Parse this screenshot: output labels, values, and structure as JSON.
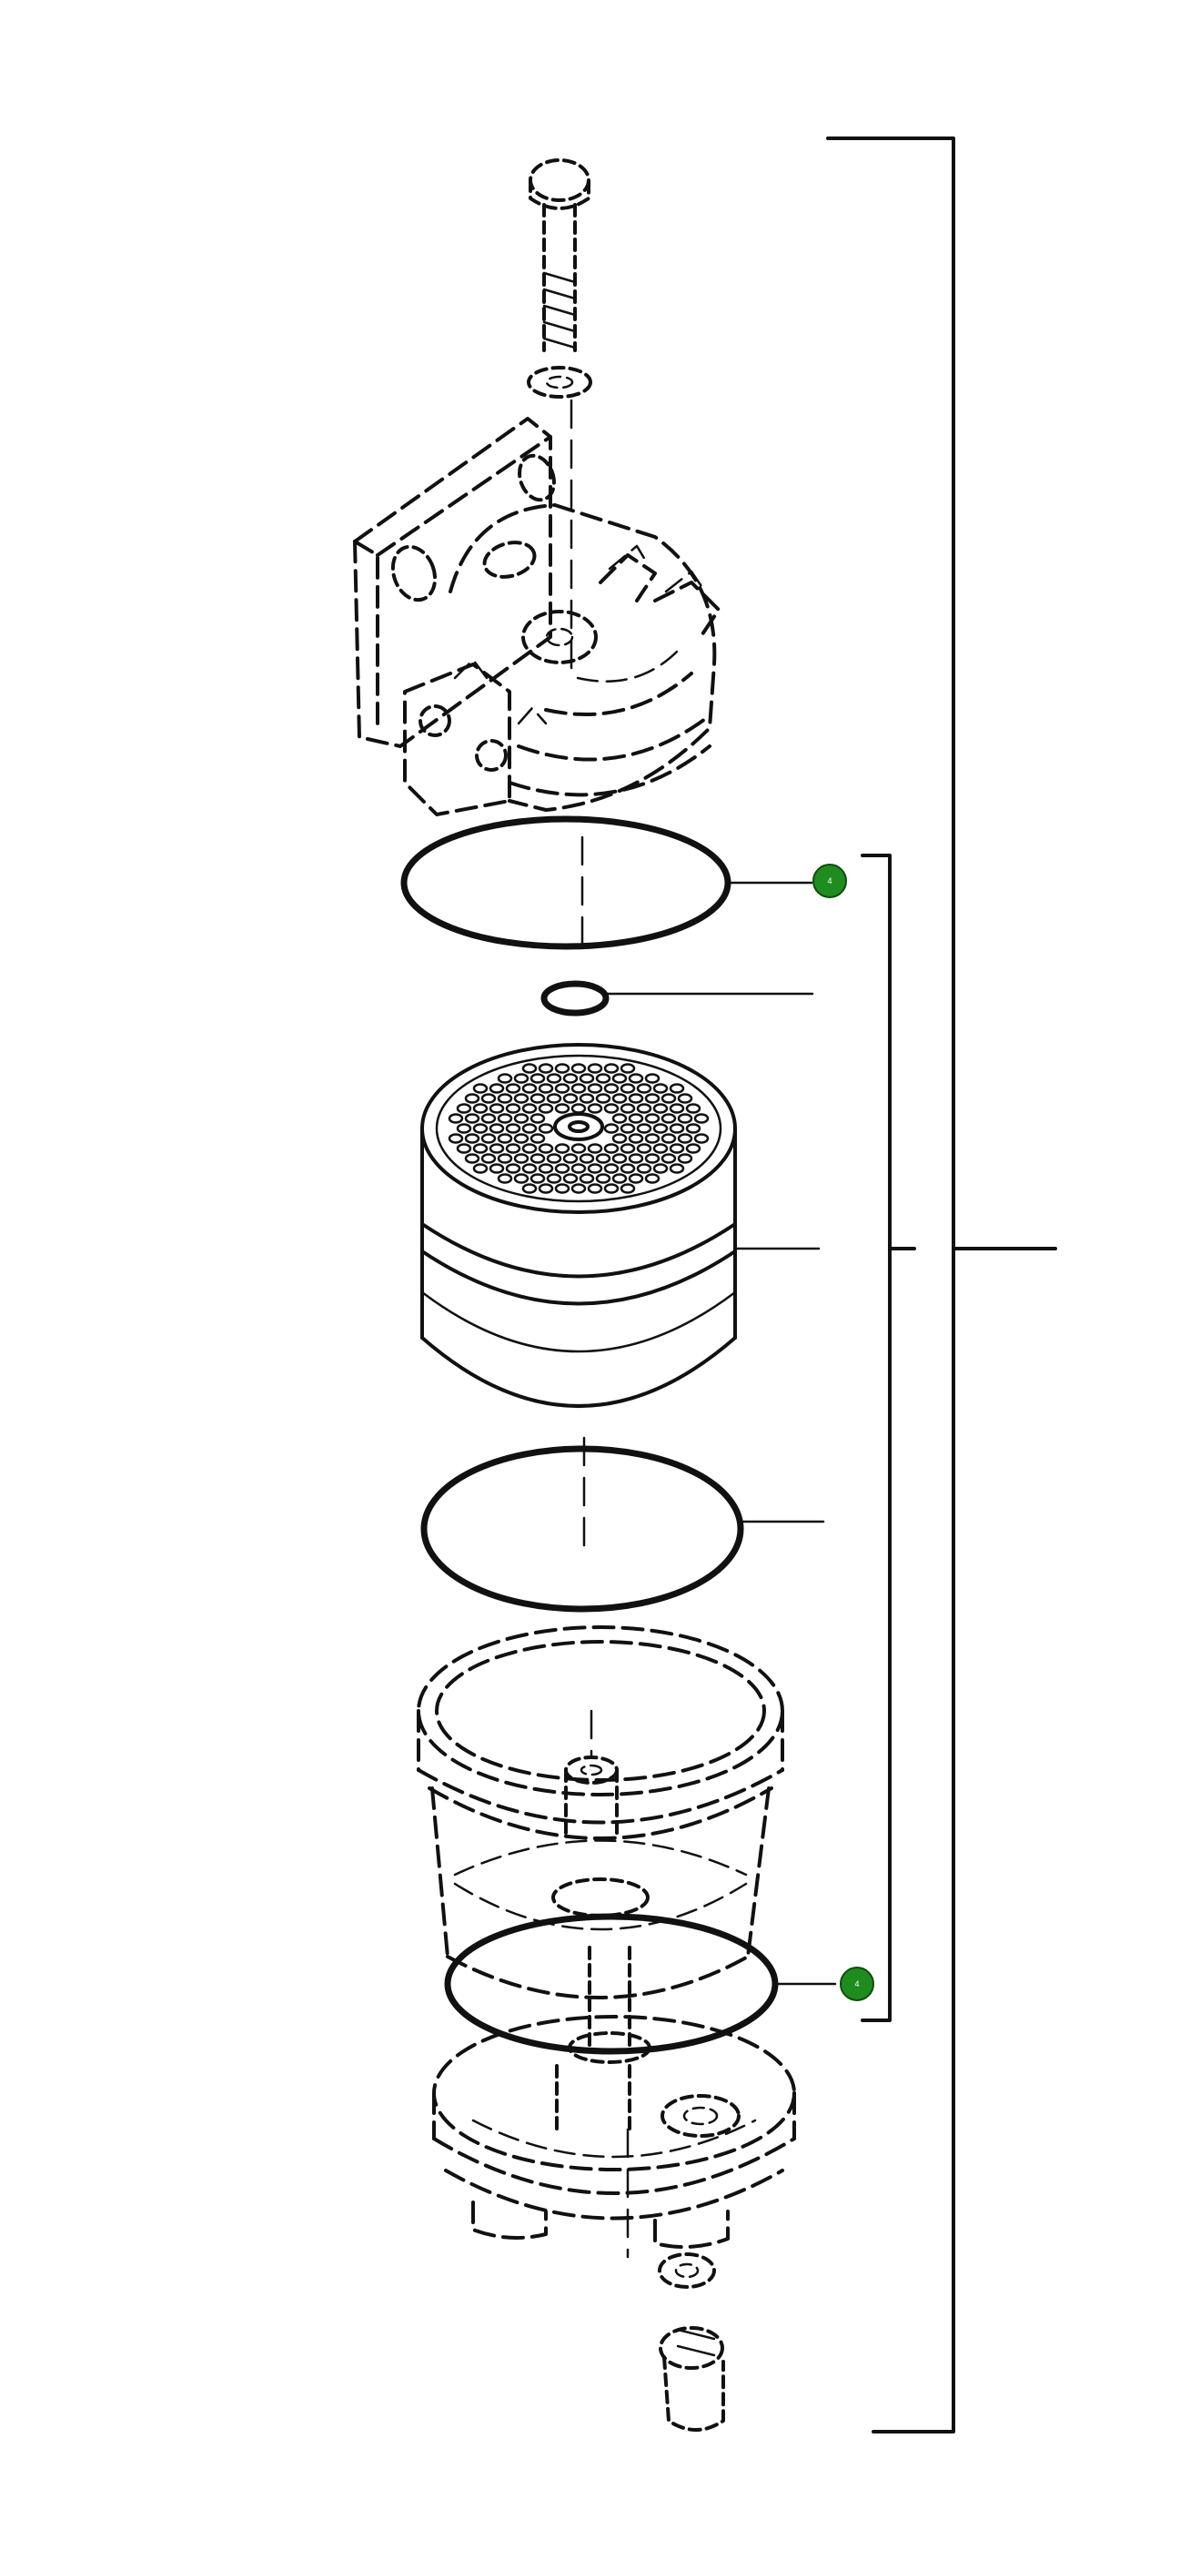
{
  "callouts": [
    {
      "id": "callout-top-oring",
      "label": "4",
      "color": "#1e8c1e"
    },
    {
      "id": "callout-bottom-oring",
      "label": "4",
      "color": "#1e8c1e"
    }
  ],
  "colors": {
    "line": "#111111",
    "background": "#ffffff"
  }
}
